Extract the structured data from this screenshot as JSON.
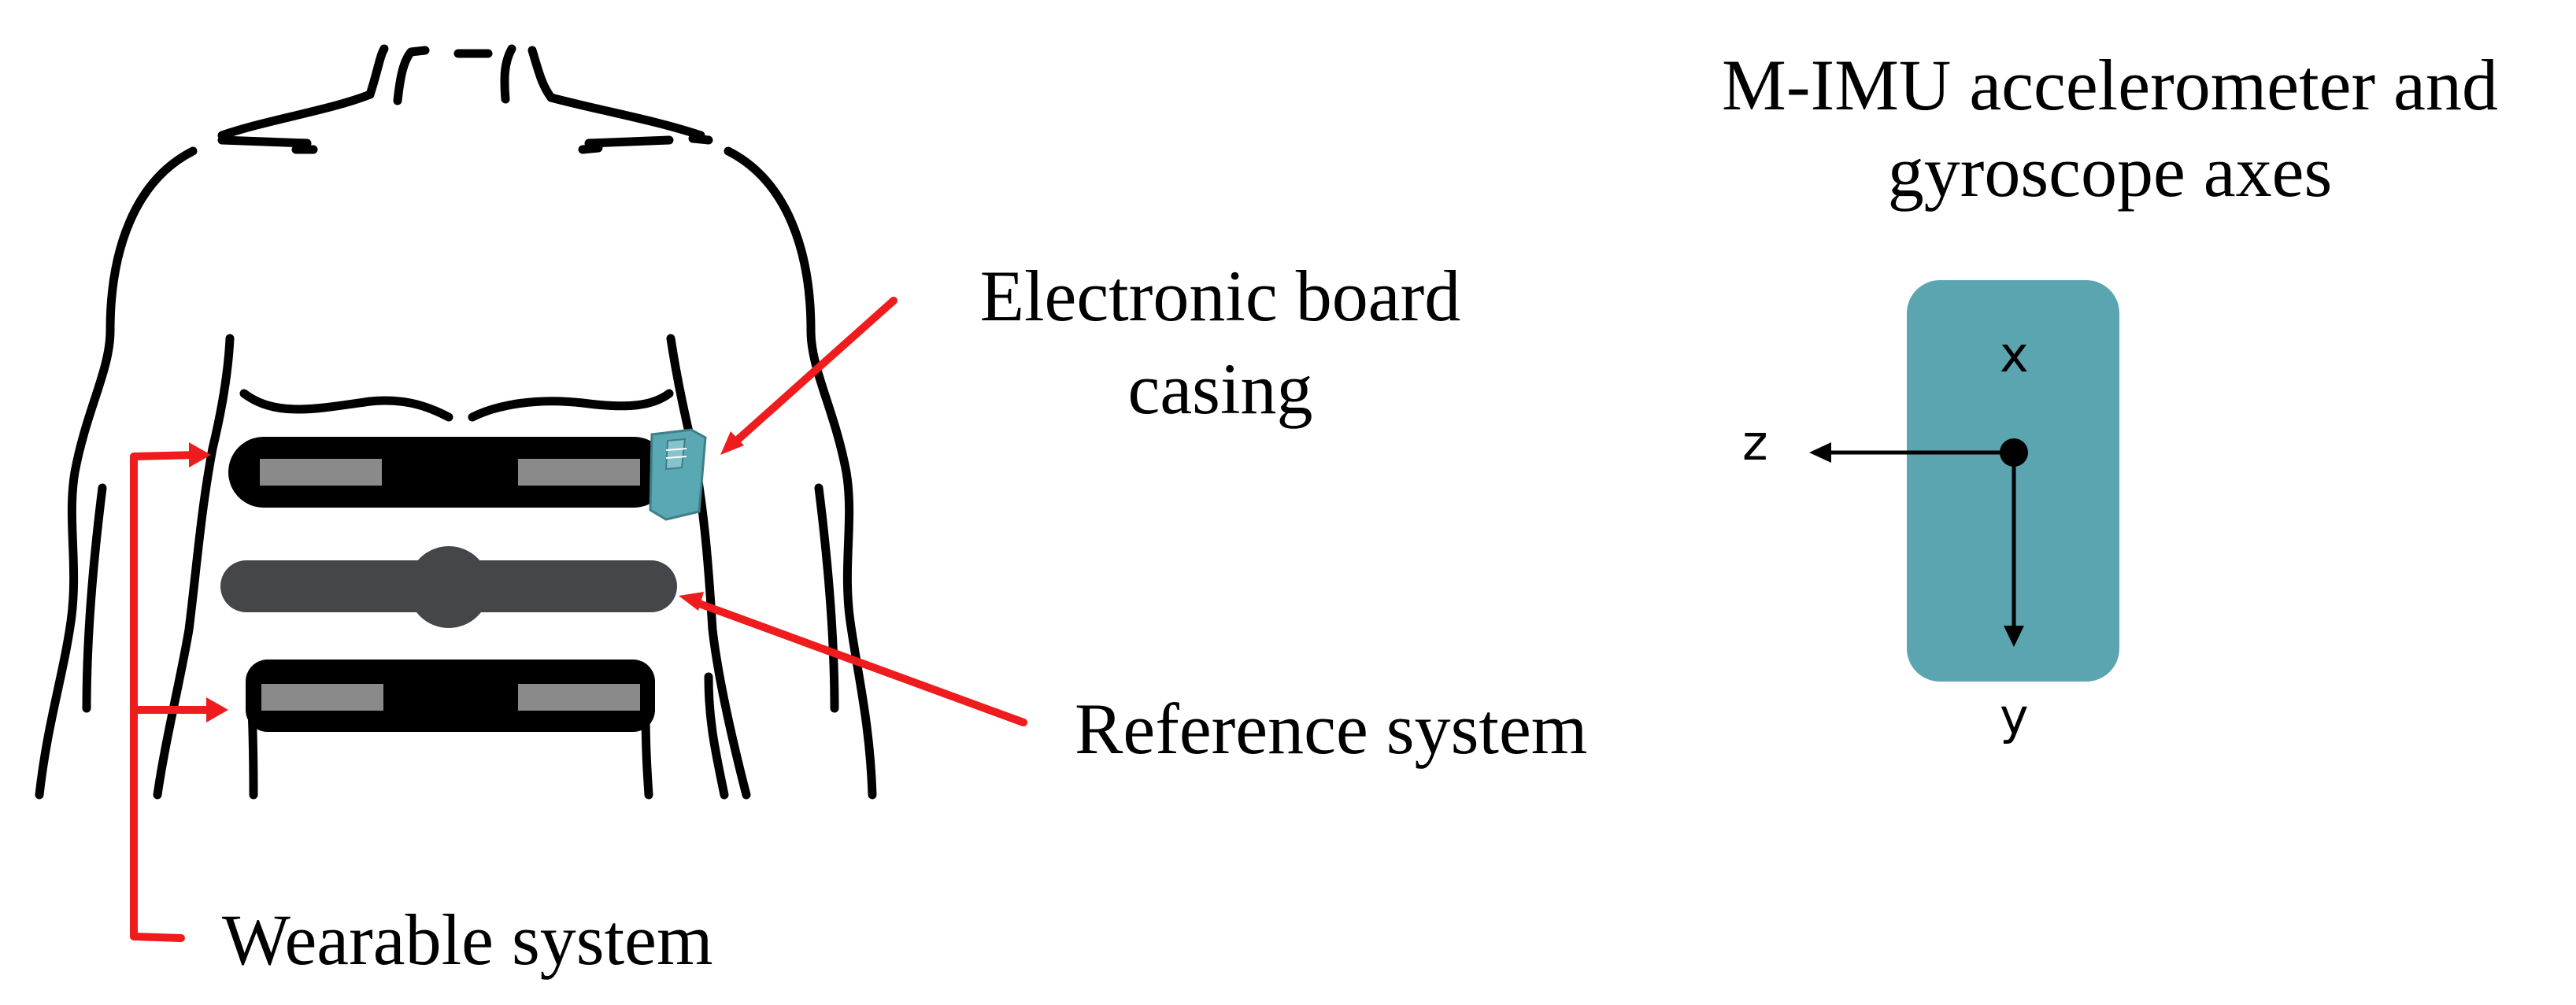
{
  "title": {
    "line1": "M-IMU accelerometer and",
    "line2": "gyroscope axes"
  },
  "labels": {
    "electronic_board_line1": "Electronic board",
    "electronic_board_line2": "casing",
    "reference_system": "Reference system",
    "wearable_system": "Wearable system"
  },
  "axes": {
    "x": "x",
    "y": "y",
    "z": "z"
  },
  "colors": {
    "arrow": "#ee1c1c",
    "belt": "#000000",
    "reference_belt": "#444649",
    "sensor_pad": "#8a8a8a",
    "casing": "#5aa8b4",
    "imu_board": "#5aa5b0"
  }
}
